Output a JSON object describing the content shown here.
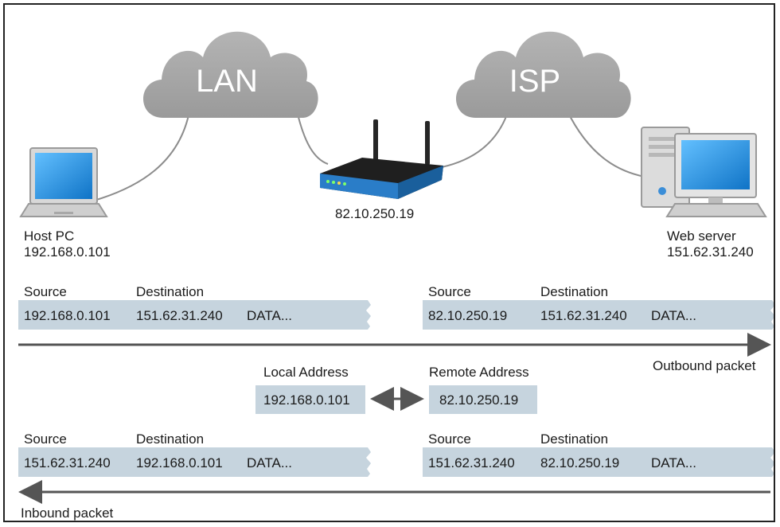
{
  "clouds": {
    "lan": "LAN",
    "isp": "ISP"
  },
  "router": {
    "ip": "82.10.250.19"
  },
  "host": {
    "label": "Host PC",
    "ip": "192.168.0.101"
  },
  "server": {
    "label": "Web server",
    "ip": "151.62.31.240"
  },
  "outbound": {
    "left": {
      "source_header": "Source",
      "dest_header": "Destination",
      "source": "192.168.0.101",
      "dest": "151.62.31.240",
      "data": "DATA..."
    },
    "right": {
      "source_header": "Source",
      "dest_header": "Destination",
      "source": "82.10.250.19",
      "dest": "151.62.31.240",
      "data": "DATA..."
    },
    "caption": "Outbound packet"
  },
  "nat": {
    "local_label": "Local Address",
    "local_value": "192.168.0.101",
    "remote_label": "Remote Address",
    "remote_value": "82.10.250.19"
  },
  "inbound": {
    "left": {
      "source_header": "Source",
      "dest_header": "Destination",
      "source": "151.62.31.240",
      "dest": "192.168.0.101",
      "data": "DATA..."
    },
    "right": {
      "source_header": "Source",
      "dest_header": "Destination",
      "source": "151.62.31.240",
      "dest": "82.10.250.19",
      "data": "DATA..."
    },
    "caption": "Inbound packet"
  },
  "colors": {
    "cloud": "#a9a9a9",
    "packet_bar": "#c6d4de",
    "screen_blue": "#1c8fe0",
    "router_blue": "#2a7dc8",
    "arrow": "#555555"
  }
}
